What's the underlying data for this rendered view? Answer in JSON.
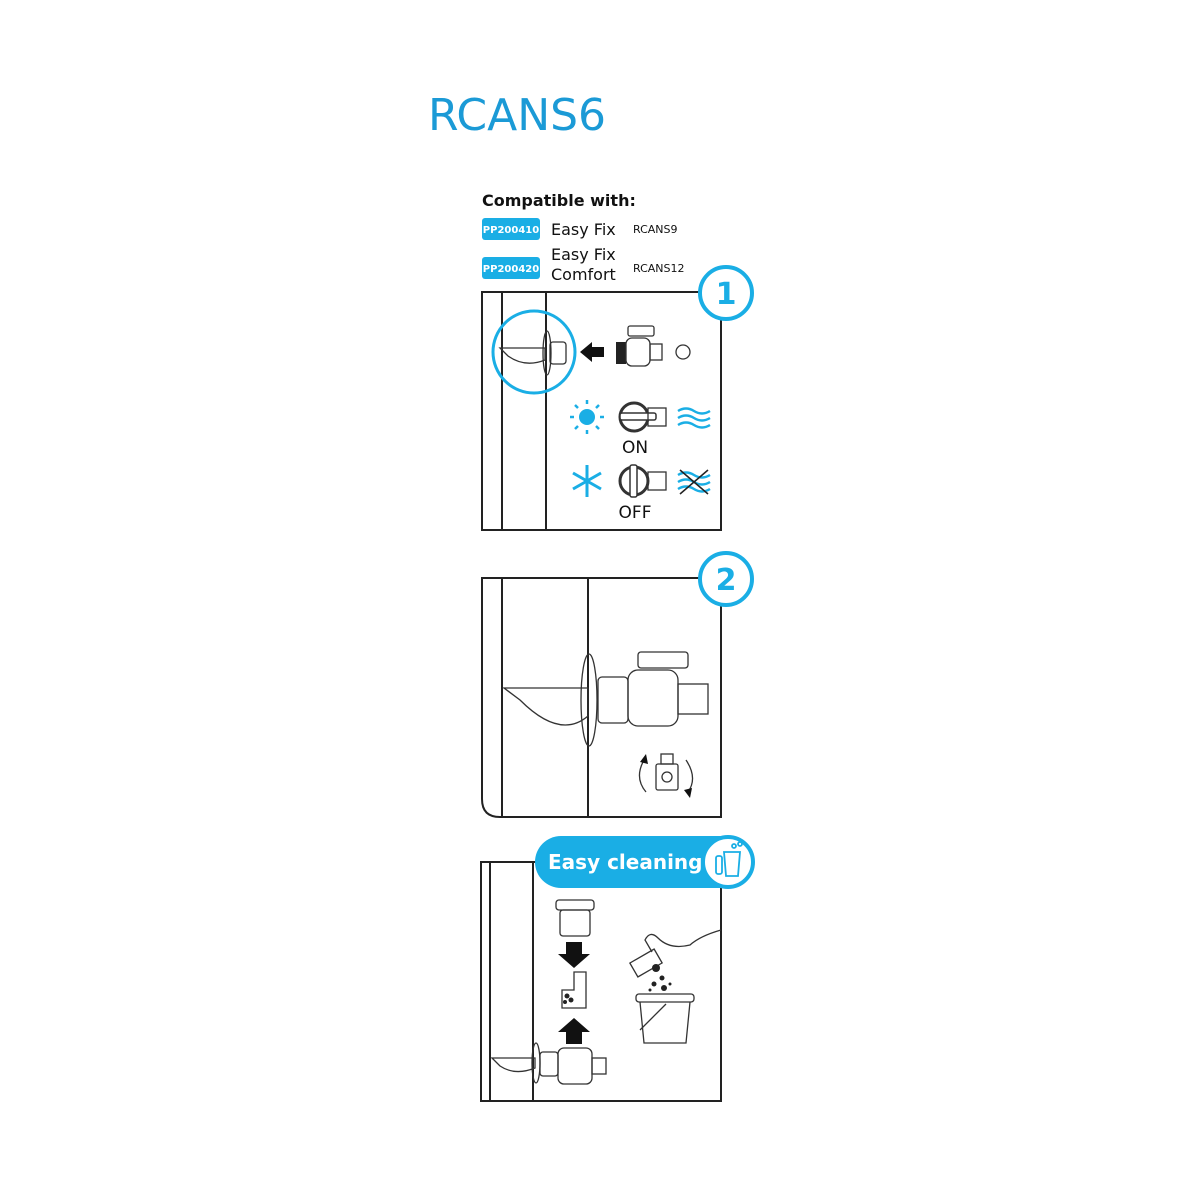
{
  "title": "RCANS6",
  "compatible": {
    "heading": "Compatible with:",
    "items": [
      {
        "code": "PP200410",
        "name_line1": "Easy Fix",
        "name_line2": "",
        "model": "RCANS9"
      },
      {
        "code": "PP200420",
        "name_line1": "Easy Fix",
        "name_line2": "Comfort",
        "model": "RCANS12"
      }
    ]
  },
  "steps": [
    {
      "number": "1",
      "on_label": "ON",
      "off_label": "OFF"
    },
    {
      "number": "2"
    },
    {
      "banner": "Easy cleaning"
    }
  ],
  "colors": {
    "accent": "#1aaee5",
    "title": "#1b9ad6"
  }
}
